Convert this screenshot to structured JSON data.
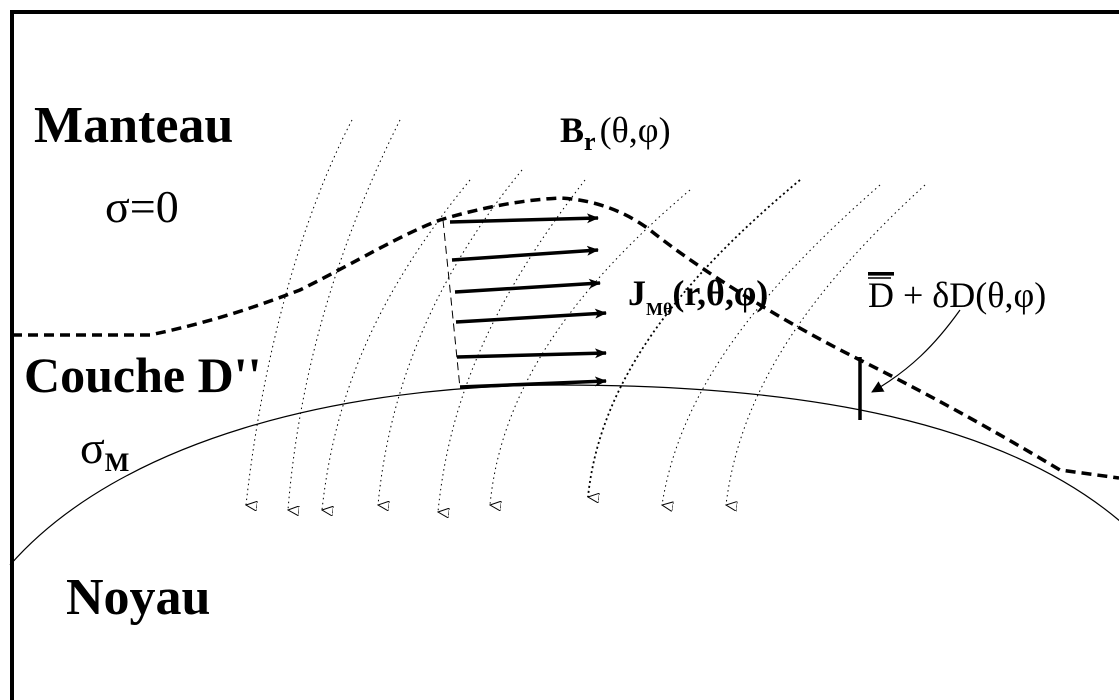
{
  "labels": {
    "mantle": "Manteau",
    "mantle_sigma": "σ=0",
    "layer": "Couche D''",
    "layer_sigma_symbol": "σ",
    "layer_sigma_sub": "M",
    "core": "Noyau"
  },
  "field_label": {
    "symbol": "B",
    "sub": "r",
    "args": "(θ,φ)"
  },
  "current_label": {
    "symbol": "J",
    "sub": "Mθ",
    "args": "(r,θ,φ)"
  },
  "thickness_label": {
    "base": "D",
    "rest": " + δD(θ,φ)"
  },
  "colors": {
    "ink": "#000000",
    "background": "#ffffff"
  }
}
